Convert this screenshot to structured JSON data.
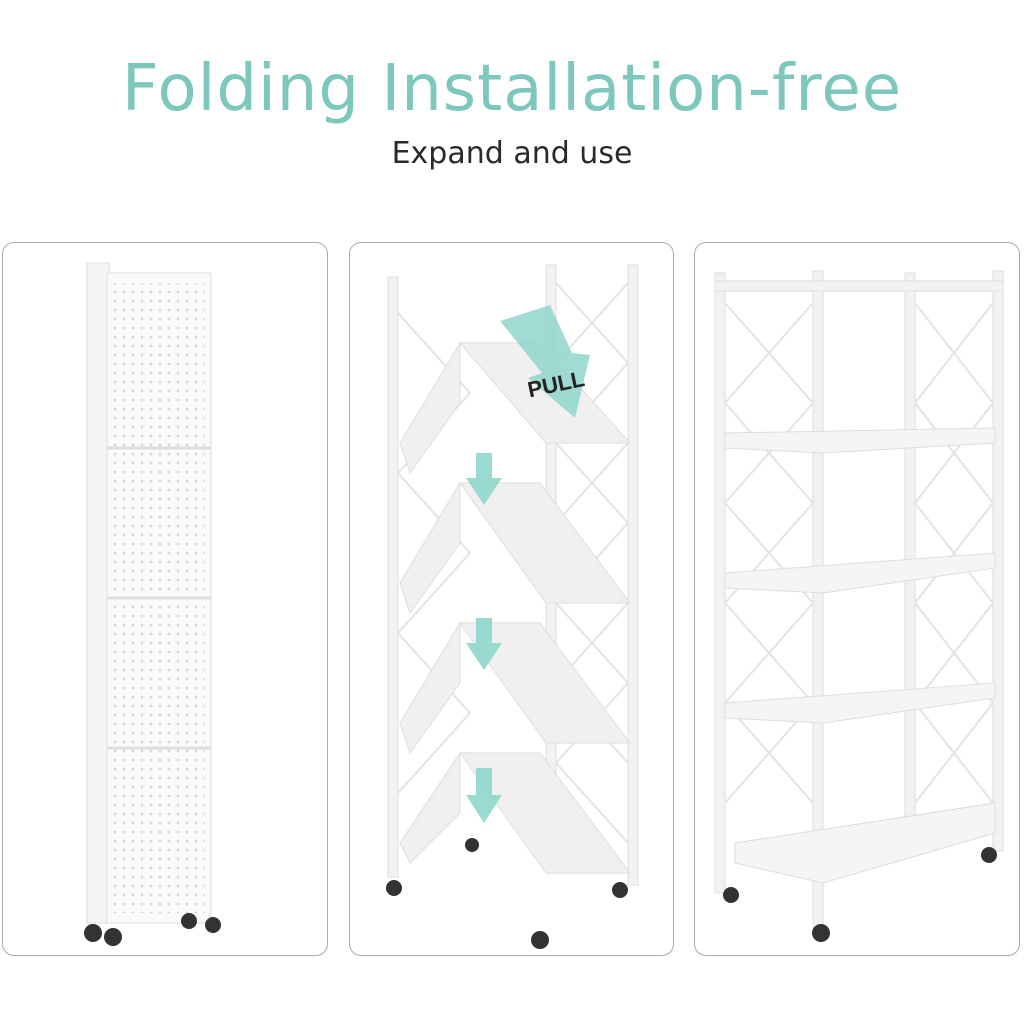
{
  "header": {
    "title": "Folding  Installation-free",
    "subtitle": "Expand and use"
  },
  "panels": {
    "folded": {
      "state": "folded"
    },
    "unfolding": {
      "state": "unfolding",
      "arrow_label": "PULL"
    },
    "expanded": {
      "state": "expanded"
    }
  },
  "colors": {
    "accent": "#7dc7bc",
    "frame": "#f3f3f3",
    "border": "#aaaaaa"
  }
}
